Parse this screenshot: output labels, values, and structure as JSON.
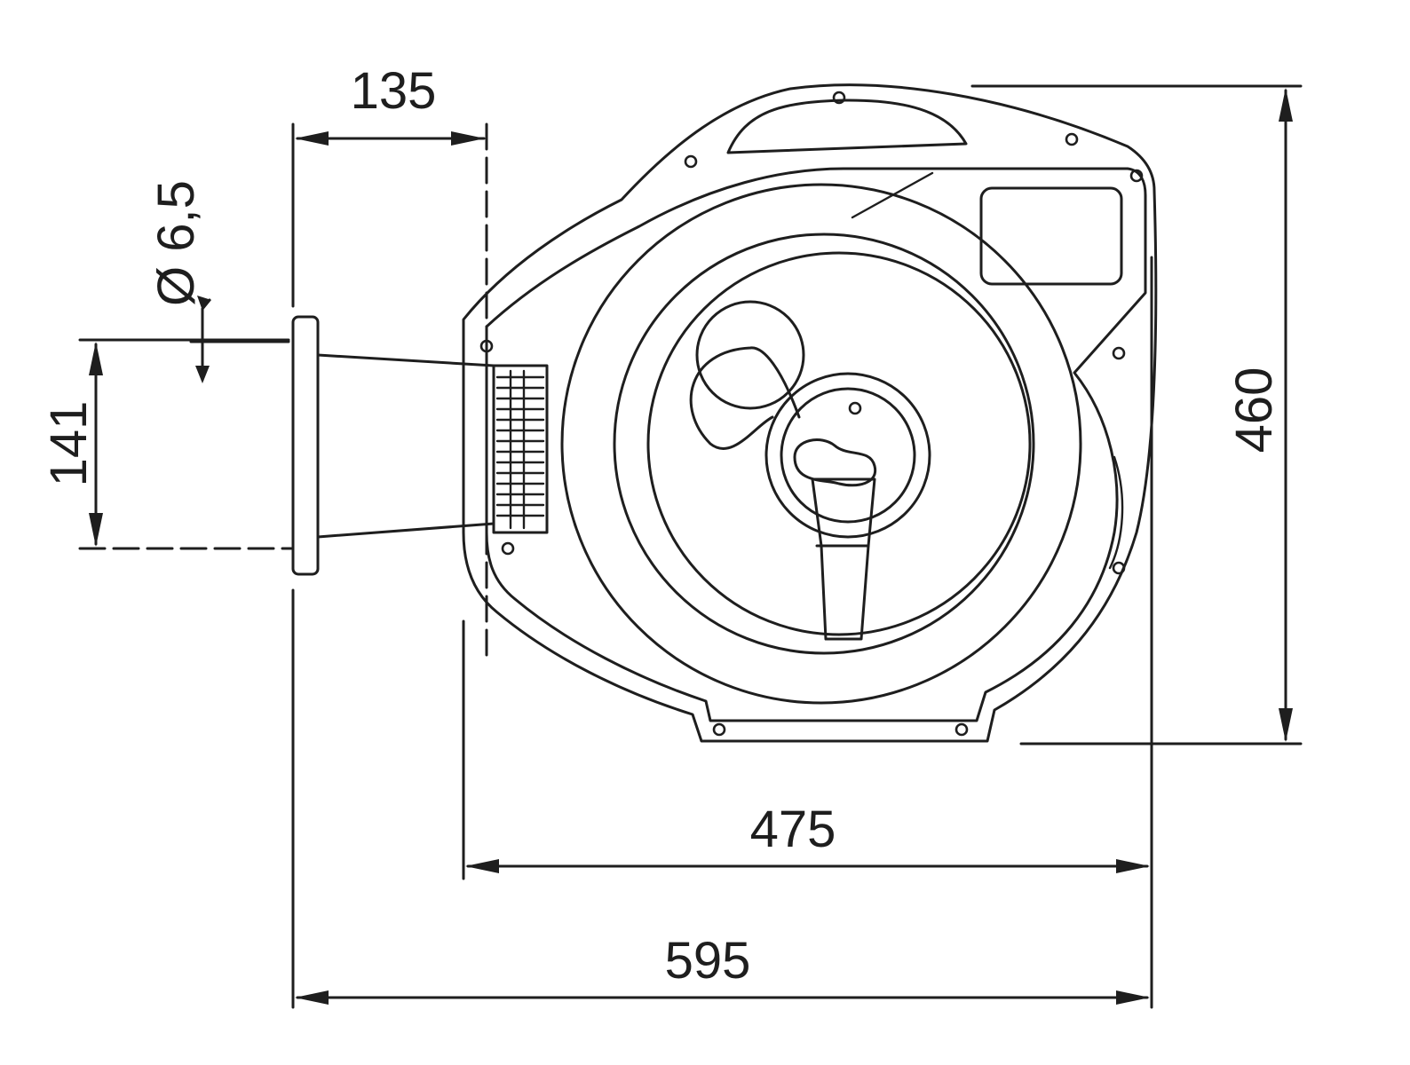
{
  "dimensions": {
    "top_width": "135",
    "hole_diameter": "Ø 6,5",
    "mount_height": "141",
    "body_height": "460",
    "body_width": "475",
    "overall_width": "595"
  },
  "colors": {
    "line": "#1e1e1e",
    "background": "#ffffff"
  }
}
